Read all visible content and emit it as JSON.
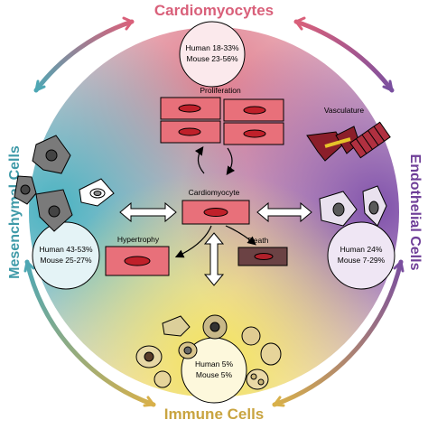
{
  "ring_labels": {
    "top": "Cardiomyocytes",
    "left": "Mesenchymal Cells",
    "right": "Endothelial Cells",
    "bottom": "Immune Cells"
  },
  "stats": {
    "cardiomyocytes": [
      "Human 18-33%",
      "Mouse 23-56%"
    ],
    "mesenchymal": [
      "Human 43-53%",
      "Mouse 25-27%"
    ],
    "endothelial": [
      "Human 24%",
      "Mouse 7-29%"
    ],
    "immune": [
      "Human 5%",
      "Mouse 5%"
    ]
  },
  "labels": {
    "proliferation": "Proliferation",
    "vasculature": "Vasculature",
    "cardiomyocyte": "Cardiomyocyte",
    "hypertrophy": "Hypertrophy",
    "death": "Death"
  },
  "colors": {
    "cardiomyocytes": "#d9607a",
    "mesenchymal": "#4ea7b4",
    "endothelial": "#7a4f9f",
    "immune": "#e8d25a",
    "cell_fill": "#e8707a",
    "nucleus": "#c0202a",
    "death_cell": "#6b4244"
  }
}
